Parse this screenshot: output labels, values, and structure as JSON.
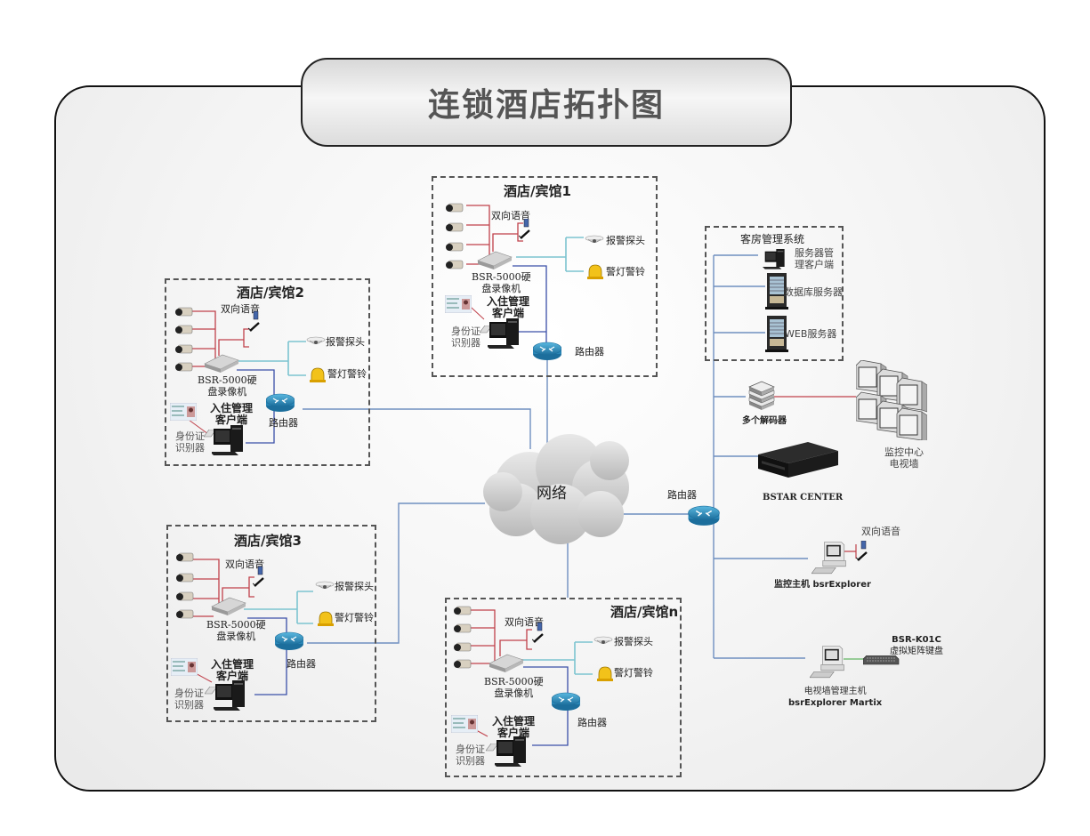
{
  "title": "连锁酒店拓扑图",
  "network": {
    "label": "网络"
  },
  "colors": {
    "video_line": "#c0404a",
    "alarm_line": "#7cc4d0",
    "network_line": "#3b4fa8",
    "uplink_line": "#6f8fc0",
    "keyboard_line": "#7ac07a"
  },
  "hotels": [
    {
      "id": "hotel1",
      "title": "酒店/宾馆1",
      "two_way_audio": "双向语音",
      "alarm_probe": "报警探头",
      "alarm_bell": "警灯警铃",
      "dvr": [
        "BSR-5000硬",
        "盘录像机"
      ],
      "checkin_client": [
        "入住管理",
        "客户端"
      ],
      "id_reader": [
        "身份证",
        "识别器"
      ],
      "router": "路由器"
    },
    {
      "id": "hotel2",
      "title": "酒店/宾馆2",
      "two_way_audio": "双向语音",
      "alarm_probe": "报警探头",
      "alarm_bell": "警灯警铃",
      "dvr": [
        "BSR-5000硬",
        "盘录像机"
      ],
      "checkin_client": [
        "入住管理",
        "客户端"
      ],
      "id_reader": [
        "身份证",
        "识别器"
      ],
      "router": "路由器"
    },
    {
      "id": "hotel3",
      "title": "酒店/宾馆3",
      "two_way_audio": "双向语音",
      "alarm_probe": "报警探头",
      "alarm_bell": "警灯警铃",
      "dvr": [
        "BSR-5000硬",
        "盘录像机"
      ],
      "checkin_client": [
        "入住管理",
        "客户端"
      ],
      "id_reader": [
        "身份证",
        "识别器"
      ],
      "router": "路由器"
    },
    {
      "id": "hotelN",
      "title": "酒店/宾馆n",
      "two_way_audio": "双向语音",
      "alarm_probe": "报警探头",
      "alarm_bell": "警灯警铃",
      "dvr": [
        "BSR-5000硬",
        "盘录像机"
      ],
      "checkin_client": [
        "入住管理",
        "客户端"
      ],
      "id_reader": [
        "身份证",
        "识别器"
      ],
      "router": "路由器"
    }
  ],
  "center": {
    "router": "路由器",
    "room_mgmt": {
      "title": "客房管理系统",
      "server_client": [
        "服务器管",
        "理客户端"
      ],
      "db_server": "数据库服务器",
      "web_server": "WEB服务器"
    },
    "decoders": "多个解码器",
    "tv_wall": [
      "监控中心",
      "电视墙"
    ],
    "bstar_center": "BSTAR CENTER",
    "monitor_host": "监控主机 bsrExplorer",
    "monitor_audio": "双向语音",
    "tvwall_host": [
      "电视墙管理主机",
      "bsrExplorer Martix"
    ],
    "keyboard": [
      "BSR-K01C",
      "虚拟矩阵键盘"
    ]
  }
}
